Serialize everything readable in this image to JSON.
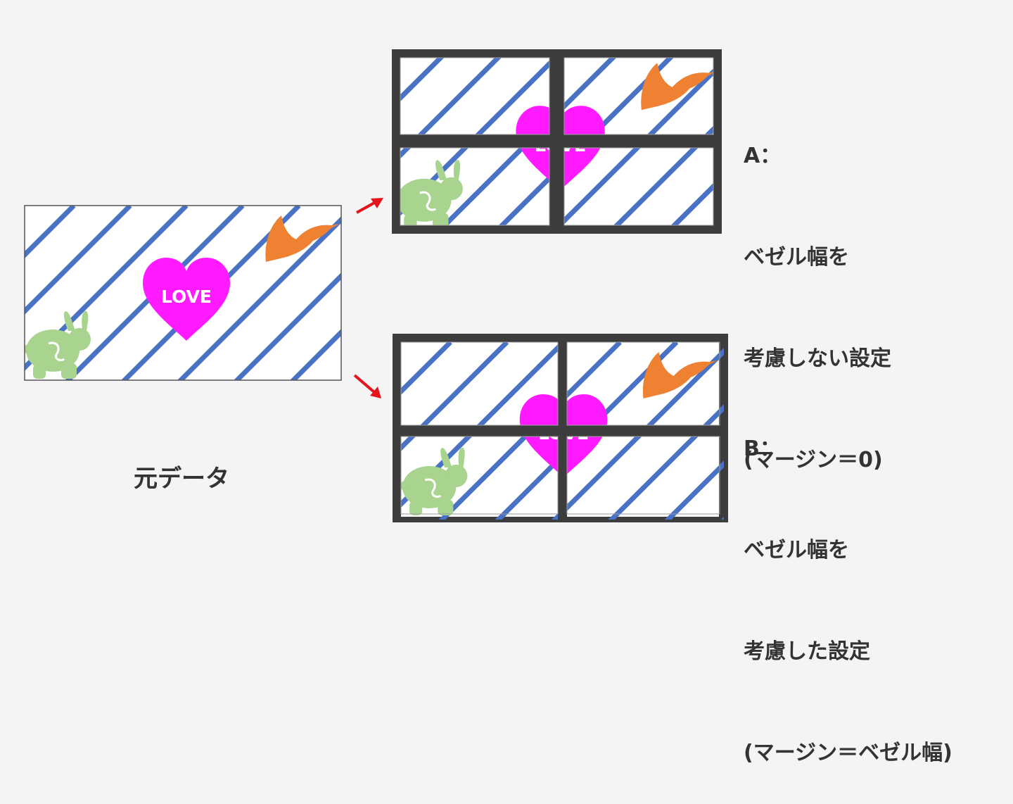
{
  "original": {
    "caption": "元データ",
    "heart_text": "LOVE"
  },
  "option_a": {
    "lines": [
      "A：",
      "ベゼル幅を",
      "考慮しない設定",
      "(マージン＝0)"
    ]
  },
  "option_b": {
    "lines": [
      "B：",
      "ベゼル幅を",
      "考慮した設定",
      "(マージン＝ベゼル幅)"
    ]
  },
  "colors": {
    "background": "#f4f4f4",
    "stripe": "#4a72c4",
    "heart": "#ff1aff",
    "bird": "#ee8232",
    "rabbit": "#a8d490",
    "bezel": "#3d3d3d",
    "arrow": "#e8141c",
    "text": "#333333"
  },
  "icons": [
    "heart-icon",
    "bird-icon",
    "rabbit-icon",
    "arrow-icon"
  ]
}
